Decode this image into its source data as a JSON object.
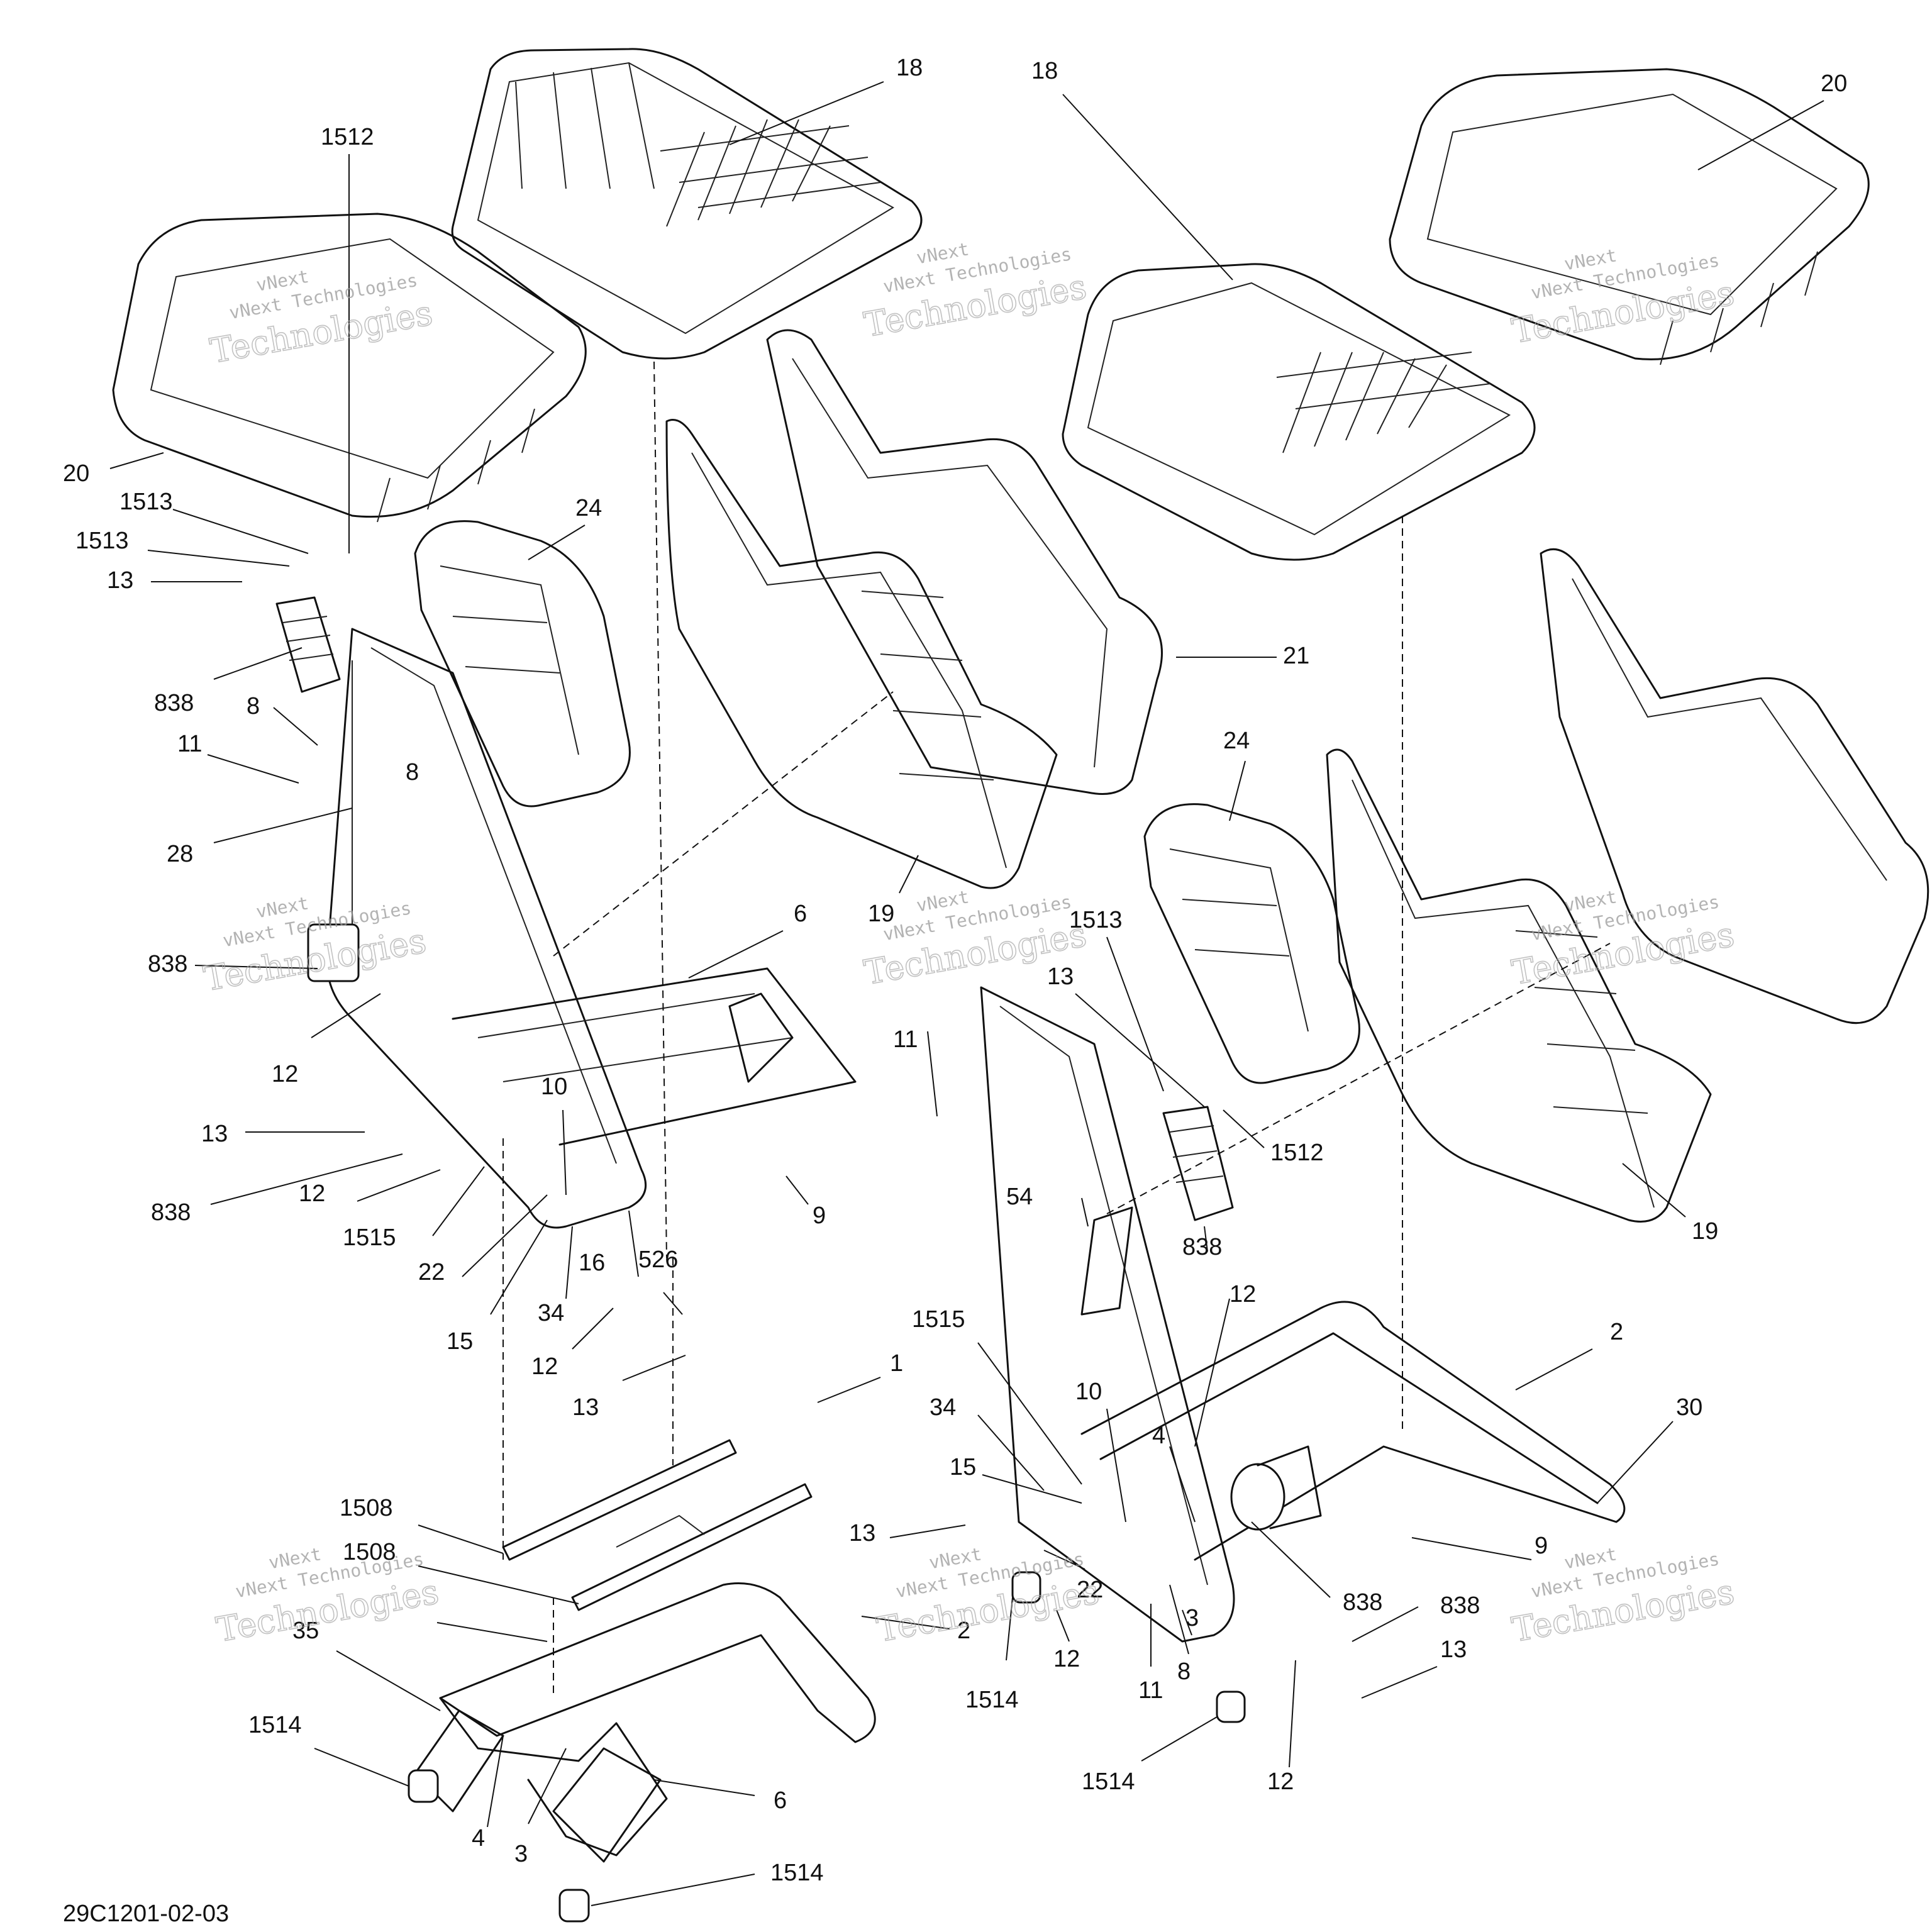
{
  "diagram": {
    "reference_code": "29C1201-02-03",
    "watermark": {
      "line1": "vNext",
      "line2": "vNext Technologies",
      "line3": "Technologies"
    },
    "callouts": [
      {
        "id": "c01",
        "label": "18"
      },
      {
        "id": "c02",
        "label": "18"
      },
      {
        "id": "c03",
        "label": "20"
      },
      {
        "id": "c04",
        "label": "1512"
      },
      {
        "id": "c05",
        "label": "20"
      },
      {
        "id": "c06",
        "label": "1513"
      },
      {
        "id": "c07",
        "label": "1513"
      },
      {
        "id": "c08",
        "label": "13"
      },
      {
        "id": "c09",
        "label": "24"
      },
      {
        "id": "c10",
        "label": "838"
      },
      {
        "id": "c11",
        "label": "8"
      },
      {
        "id": "c12",
        "label": "11"
      },
      {
        "id": "c13",
        "label": "8"
      },
      {
        "id": "c14",
        "label": "28"
      },
      {
        "id": "c15",
        "label": "21"
      },
      {
        "id": "c16",
        "label": "24"
      },
      {
        "id": "c17",
        "label": "19"
      },
      {
        "id": "c18",
        "label": "838"
      },
      {
        "id": "c19",
        "label": "6"
      },
      {
        "id": "c20",
        "label": "1513"
      },
      {
        "id": "c21",
        "label": "13"
      },
      {
        "id": "c22",
        "label": "12"
      },
      {
        "id": "c23",
        "label": "11"
      },
      {
        "id": "c24",
        "label": "13"
      },
      {
        "id": "c25",
        "label": "10"
      },
      {
        "id": "c26",
        "label": "1512"
      },
      {
        "id": "c27",
        "label": "19"
      },
      {
        "id": "c28",
        "label": "838"
      },
      {
        "id": "c29",
        "label": "12"
      },
      {
        "id": "c30",
        "label": "1515"
      },
      {
        "id": "c31",
        "label": "9"
      },
      {
        "id": "c32",
        "label": "54"
      },
      {
        "id": "c33",
        "label": "838"
      },
      {
        "id": "c34",
        "label": "22"
      },
      {
        "id": "c35",
        "label": "526"
      },
      {
        "id": "c36",
        "label": "16"
      },
      {
        "id": "c37",
        "label": "15"
      },
      {
        "id": "c38",
        "label": "34"
      },
      {
        "id": "c39",
        "label": "12"
      },
      {
        "id": "c40",
        "label": "12"
      },
      {
        "id": "c41",
        "label": "1515"
      },
      {
        "id": "c42",
        "label": "2"
      },
      {
        "id": "c43",
        "label": "13"
      },
      {
        "id": "c44",
        "label": "1"
      },
      {
        "id": "c45",
        "label": "34"
      },
      {
        "id": "c46",
        "label": "10"
      },
      {
        "id": "c47",
        "label": "30"
      },
      {
        "id": "c48",
        "label": "4"
      },
      {
        "id": "c49",
        "label": "15"
      },
      {
        "id": "c50",
        "label": "1508"
      },
      {
        "id": "c51",
        "label": "13"
      },
      {
        "id": "c52",
        "label": "9"
      },
      {
        "id": "c53",
        "label": "1508"
      },
      {
        "id": "c54",
        "label": "22"
      },
      {
        "id": "c55",
        "label": "838"
      },
      {
        "id": "c56",
        "label": "838"
      },
      {
        "id": "c57",
        "label": "3"
      },
      {
        "id": "c58",
        "label": "2"
      },
      {
        "id": "c59",
        "label": "35"
      },
      {
        "id": "c60",
        "label": "12"
      },
      {
        "id": "c61",
        "label": "13"
      },
      {
        "id": "c62",
        "label": "1514"
      },
      {
        "id": "c63",
        "label": "11"
      },
      {
        "id": "c64",
        "label": "8"
      },
      {
        "id": "c65",
        "label": "1514"
      },
      {
        "id": "c66",
        "label": "1514"
      },
      {
        "id": "c67",
        "label": "12"
      },
      {
        "id": "c68",
        "label": "6"
      },
      {
        "id": "c69",
        "label": "4"
      },
      {
        "id": "c70",
        "label": "3"
      },
      {
        "id": "c71",
        "label": "1514"
      }
    ]
  }
}
